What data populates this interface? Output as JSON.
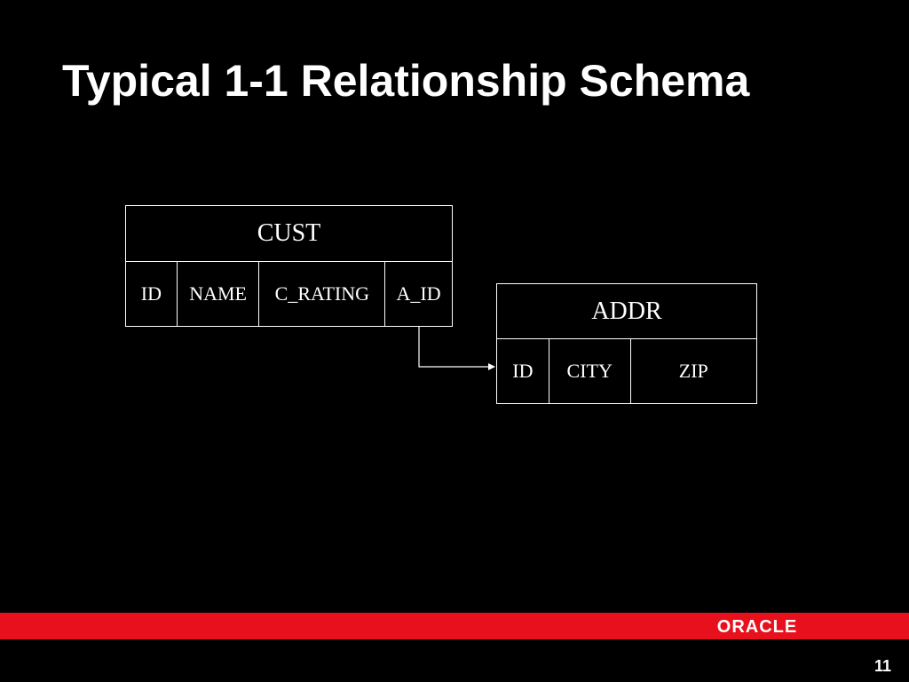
{
  "slide": {
    "title": "Typical 1-1 Relationship Schema",
    "page_number": "11"
  },
  "diagram": {
    "tables": [
      {
        "name": "CUST",
        "columns": [
          "ID",
          "NAME",
          "C_RATING",
          "A_ID"
        ]
      },
      {
        "name": "ADDR",
        "columns": [
          "ID",
          "CITY",
          "ZIP"
        ]
      }
    ],
    "relationship": {
      "from": "CUST.A_ID",
      "to": "ADDR.ID"
    }
  },
  "branding": {
    "logo": "ORACLE",
    "footer_color": "#e8101c",
    "background_color": "#000000"
  }
}
